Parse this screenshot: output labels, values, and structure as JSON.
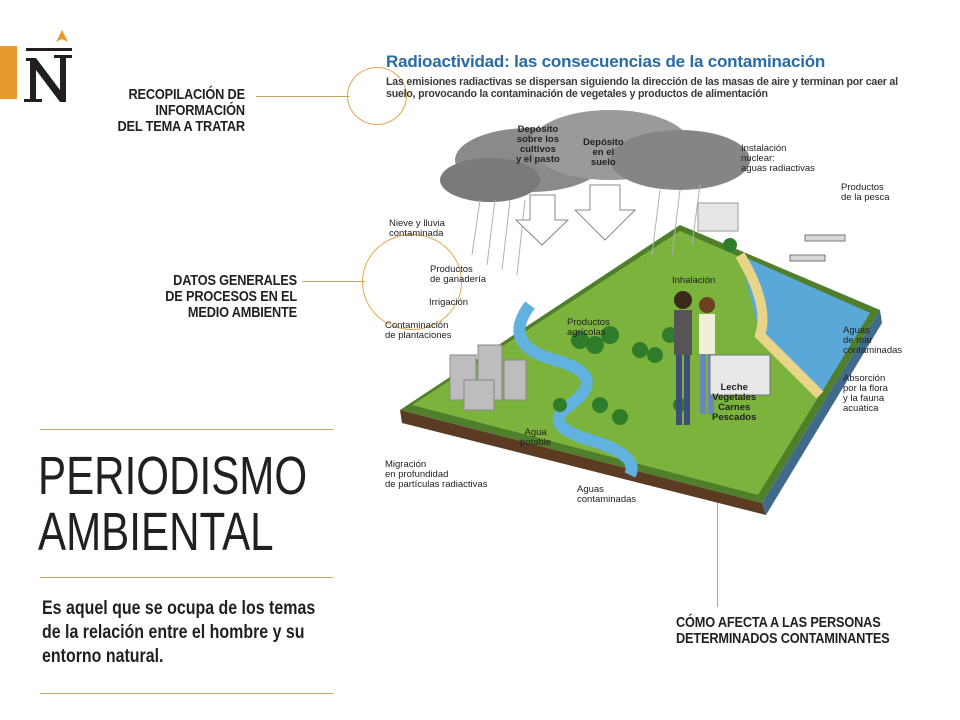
{
  "logo": {
    "letter": "N",
    "icon": "n-logo-icon"
  },
  "colors": {
    "accent": "#e89a2c",
    "rule": "#c9a36a",
    "diagram_title": "#2a6aa5"
  },
  "annotations": {
    "recopilacion": [
      "RECOPILACIÓN DE",
      "INFORMACIÓN",
      "DEL TEMA A TRATAR"
    ],
    "datos": [
      "DATOS GENERALES",
      "DE PROCESOS EN EL",
      "MEDIO AMBIENTE"
    ],
    "como": [
      "CÓMO AFECTA A LAS PERSONAS",
      "DETERMINADOS CONTAMINANTES"
    ]
  },
  "main_title": [
    "PERIODISMO",
    "AMBIENTAL"
  ],
  "description": [
    "Es aquel que se ocupa de los temas",
    "de la relación entre el hombre y su",
    "entorno natural."
  ],
  "diagram": {
    "title": "Radioactividad: las consecuencias de la contaminación",
    "subtitle": "Las emisiones radiactivas se dispersan siguiendo la dirección de las masas de aire y terminan por caer al suelo, provocando la contaminación de vegetales y productos de alimentación",
    "labels": {
      "deposito_cultivos": [
        "Depósito",
        "sobre los",
        "cultivos",
        "y el pasto"
      ],
      "deposito_suelo": [
        "Depósito",
        "en el",
        "suelo"
      ],
      "instalacion": [
        "Instalación",
        "nuclear:",
        "aguas radiactivas"
      ],
      "productos_pesca": [
        "Productos",
        "de la pesca"
      ],
      "nieve": [
        "Nieve y lluvia",
        "contaminada"
      ],
      "ganaderia": [
        "Productos",
        "de ganadería"
      ],
      "irrigacion": "Irrigación",
      "inhalacion": "Inhalación",
      "agricolas": [
        "Productos",
        "agrícolas"
      ],
      "plantaciones": [
        "Contaminación",
        "de plantaciones"
      ],
      "aguas_mar": [
        "Aguas",
        "de mar",
        "contaminadas"
      ],
      "absorcion": [
        "Absorción",
        "por la flora",
        "y la fauna",
        "acuática"
      ],
      "alimentos": [
        "Leche",
        "Vegetales",
        "Carnes",
        "Pescados"
      ],
      "agua_potable": [
        "Agua",
        "potable"
      ],
      "migracion": [
        "Migración",
        "en profundidad",
        "de partículas radiactivas"
      ],
      "aguas_contaminadas": [
        "Aguas",
        "contaminadas"
      ]
    }
  }
}
